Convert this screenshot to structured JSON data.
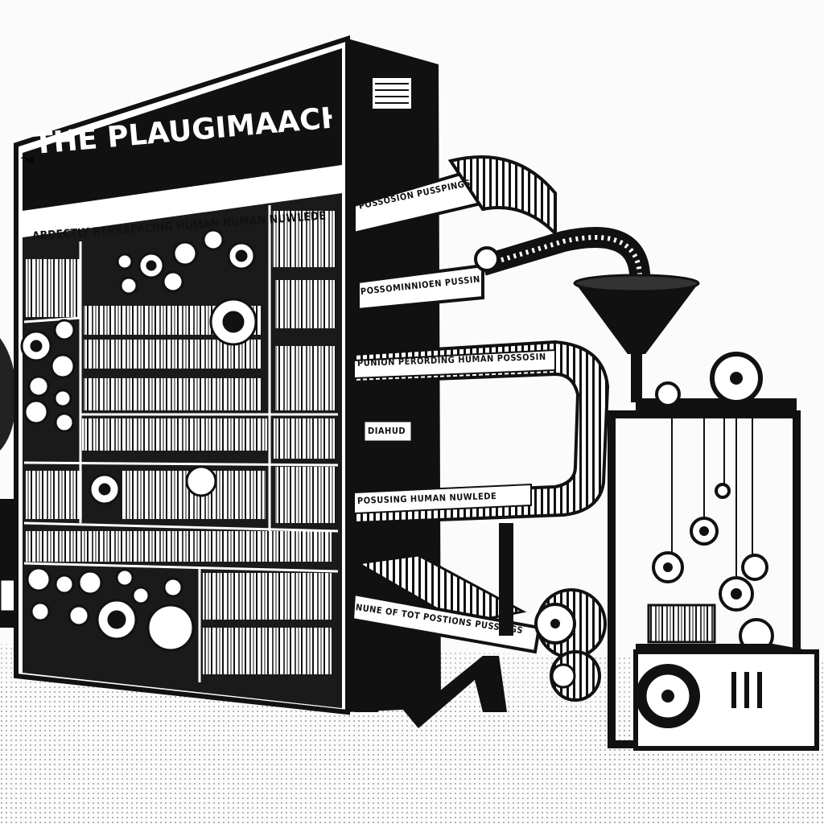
{
  "labels": {
    "prefix": "THE",
    "title": "THE PLAUGIMAACHINE",
    "subtitle": "ABDECTLY REPRAPACING HUMAN HUMAN NUWLEDE",
    "arm1": "POSSOSION PUSSPINGS",
    "arm2": "POSSOMINNIOEN PUSSING",
    "arm3": "PUNION PERORDING HUMAN POSSOSIN",
    "arm4": "DIAHUD",
    "arm5": "POSUSING HUMAN NUWLEDE",
    "ramp": "NUNE OF TOT POSTIONS PUSSINGS"
  },
  "colors": {
    "ink": "#111111",
    "paper": "#fbfbfb"
  }
}
